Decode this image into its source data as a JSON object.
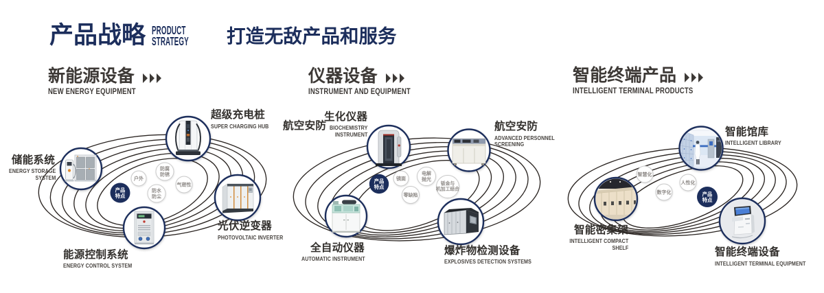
{
  "colors": {
    "navy": "#1c2e5c",
    "heading_gray": "#3d3936",
    "ring_stroke": "#2b2522",
    "node_border": "#1c2e5c",
    "feature_text": "#8f8b88",
    "feature_border": "#c9c9c9"
  },
  "header": {
    "title_cn": "产品战略",
    "title_en1": "PRODUCT",
    "title_en2": "STRATEGY",
    "slogan": "打造无敌产品和服务"
  },
  "sections": [
    {
      "title_cn": "新能源设备",
      "title_en": "NEW ENERGY EQUIPMENT",
      "badge": {
        "line1": "产品",
        "line2": "特点"
      },
      "features": [
        {
          "line1": "户外",
          "line2": ""
        },
        {
          "line1": "防腐",
          "line2": "防锈"
        },
        {
          "line1": "防水",
          "line2": "防尘"
        },
        {
          "line1": "气密性",
          "line2": ""
        }
      ],
      "nodes": [
        {
          "cn": "储能系统",
          "en1": "ENERGY STORAGE",
          "en2": "SYSTEM"
        },
        {
          "cn": "超级充电桩",
          "en1": "SUPER CHARGING HUB",
          "en2": ""
        },
        {
          "cn": "光伏逆变器",
          "en1": "PHOTOVOLTAIC INVERTER",
          "en2": ""
        },
        {
          "cn": "能源控制系统",
          "en1": "ENERGY CONTROL SYSTEM",
          "en2": ""
        }
      ]
    },
    {
      "title_cn": "仪器设备",
      "title_en": "INSTRUMENT AND EQUIPMENT",
      "extra_label": "航空安防",
      "badge": {
        "line1": "产品",
        "line2": "特点"
      },
      "features": [
        {
          "line1": "镜面",
          "line2": ""
        },
        {
          "line1": "电解",
          "line2": "抛光"
        },
        {
          "line1": "零缺陷",
          "line2": ""
        },
        {
          "line1": "钣金与",
          "line2": "机加工结合"
        }
      ],
      "nodes": [
        {
          "cn": "生化仪器",
          "en1": "BIOCHEMISTRY",
          "en2": "INSTRUMENT"
        },
        {
          "cn": "航空安防",
          "en1": "ADVANCED PERSONNEL",
          "en2": "SCREENING"
        },
        {
          "cn": "全自动仪器",
          "en1": "AUTOMATIC INSTRUMENT",
          "en2": ""
        },
        {
          "cn": "爆炸物检测设备",
          "en1": "EXPLOSIVES DETECTION SYSTEMS",
          "en2": ""
        }
      ]
    },
    {
      "title_cn": "智能终端产品",
      "title_en": "INTELLIGENT TERMINAL PRODUCTS",
      "badge": {
        "line1": "产品",
        "line2": "特点"
      },
      "features": [
        {
          "line1": "智慧化",
          "line2": ""
        },
        {
          "line1": "数字化",
          "line2": ""
        },
        {
          "line1": "人性化",
          "line2": ""
        }
      ],
      "nodes": [
        {
          "cn": "智能馆库",
          "en1": "INTELLIGENT LIBRARY",
          "en2": ""
        },
        {
          "cn": "智能密集架",
          "en1": "INTELLIGENT COMPACT",
          "en2": "SHELF"
        },
        {
          "cn": "智能终端设备",
          "en1": "INTELLIGENT TERMINAL EQUIPMENT",
          "en2": ""
        }
      ]
    }
  ]
}
